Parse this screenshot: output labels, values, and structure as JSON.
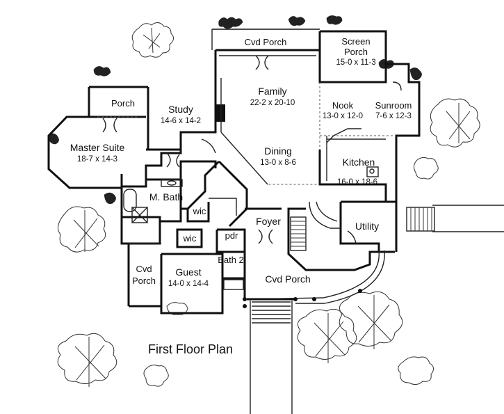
{
  "title": "First Floor Plan",
  "rooms": {
    "cvd_porch_top": {
      "name": "Cvd Porch"
    },
    "screen_porch": {
      "name": "Screen",
      "name2": "Porch",
      "size": "15-0 x 11-3"
    },
    "family": {
      "name": "Family",
      "size": "22-2 x 20-10"
    },
    "nook": {
      "name": "Nook",
      "size": "13-0 x 12-0"
    },
    "sunroom": {
      "name": "Sunroom",
      "size": "7-6 x 12-3"
    },
    "porch_left": {
      "name": "Porch"
    },
    "study": {
      "name": "Study",
      "size": "14-6 x 14-2"
    },
    "master_suite": {
      "name": "Master Suite",
      "size": "18-7 x 14-3"
    },
    "dining": {
      "name": "Dining",
      "size": "13-0 x 8-6"
    },
    "kitchen": {
      "name": "Kitchen",
      "size": "16-0 x 18-6"
    },
    "m_bath": {
      "name": "M. Bath"
    },
    "wic_1": {
      "name": "wic"
    },
    "wic_2": {
      "name": "wic"
    },
    "pdr": {
      "name": "pdr"
    },
    "foyer": {
      "name": "Foyer"
    },
    "utility": {
      "name": "Utility"
    },
    "bath2": {
      "name": "Bath 2"
    },
    "cvd_porch_left": {
      "name": "Cvd",
      "name2": "Porch"
    },
    "guest": {
      "name": "Guest",
      "size": "14-0 x 14-4"
    },
    "cvd_porch_front": {
      "name": "Cvd Porch"
    }
  }
}
